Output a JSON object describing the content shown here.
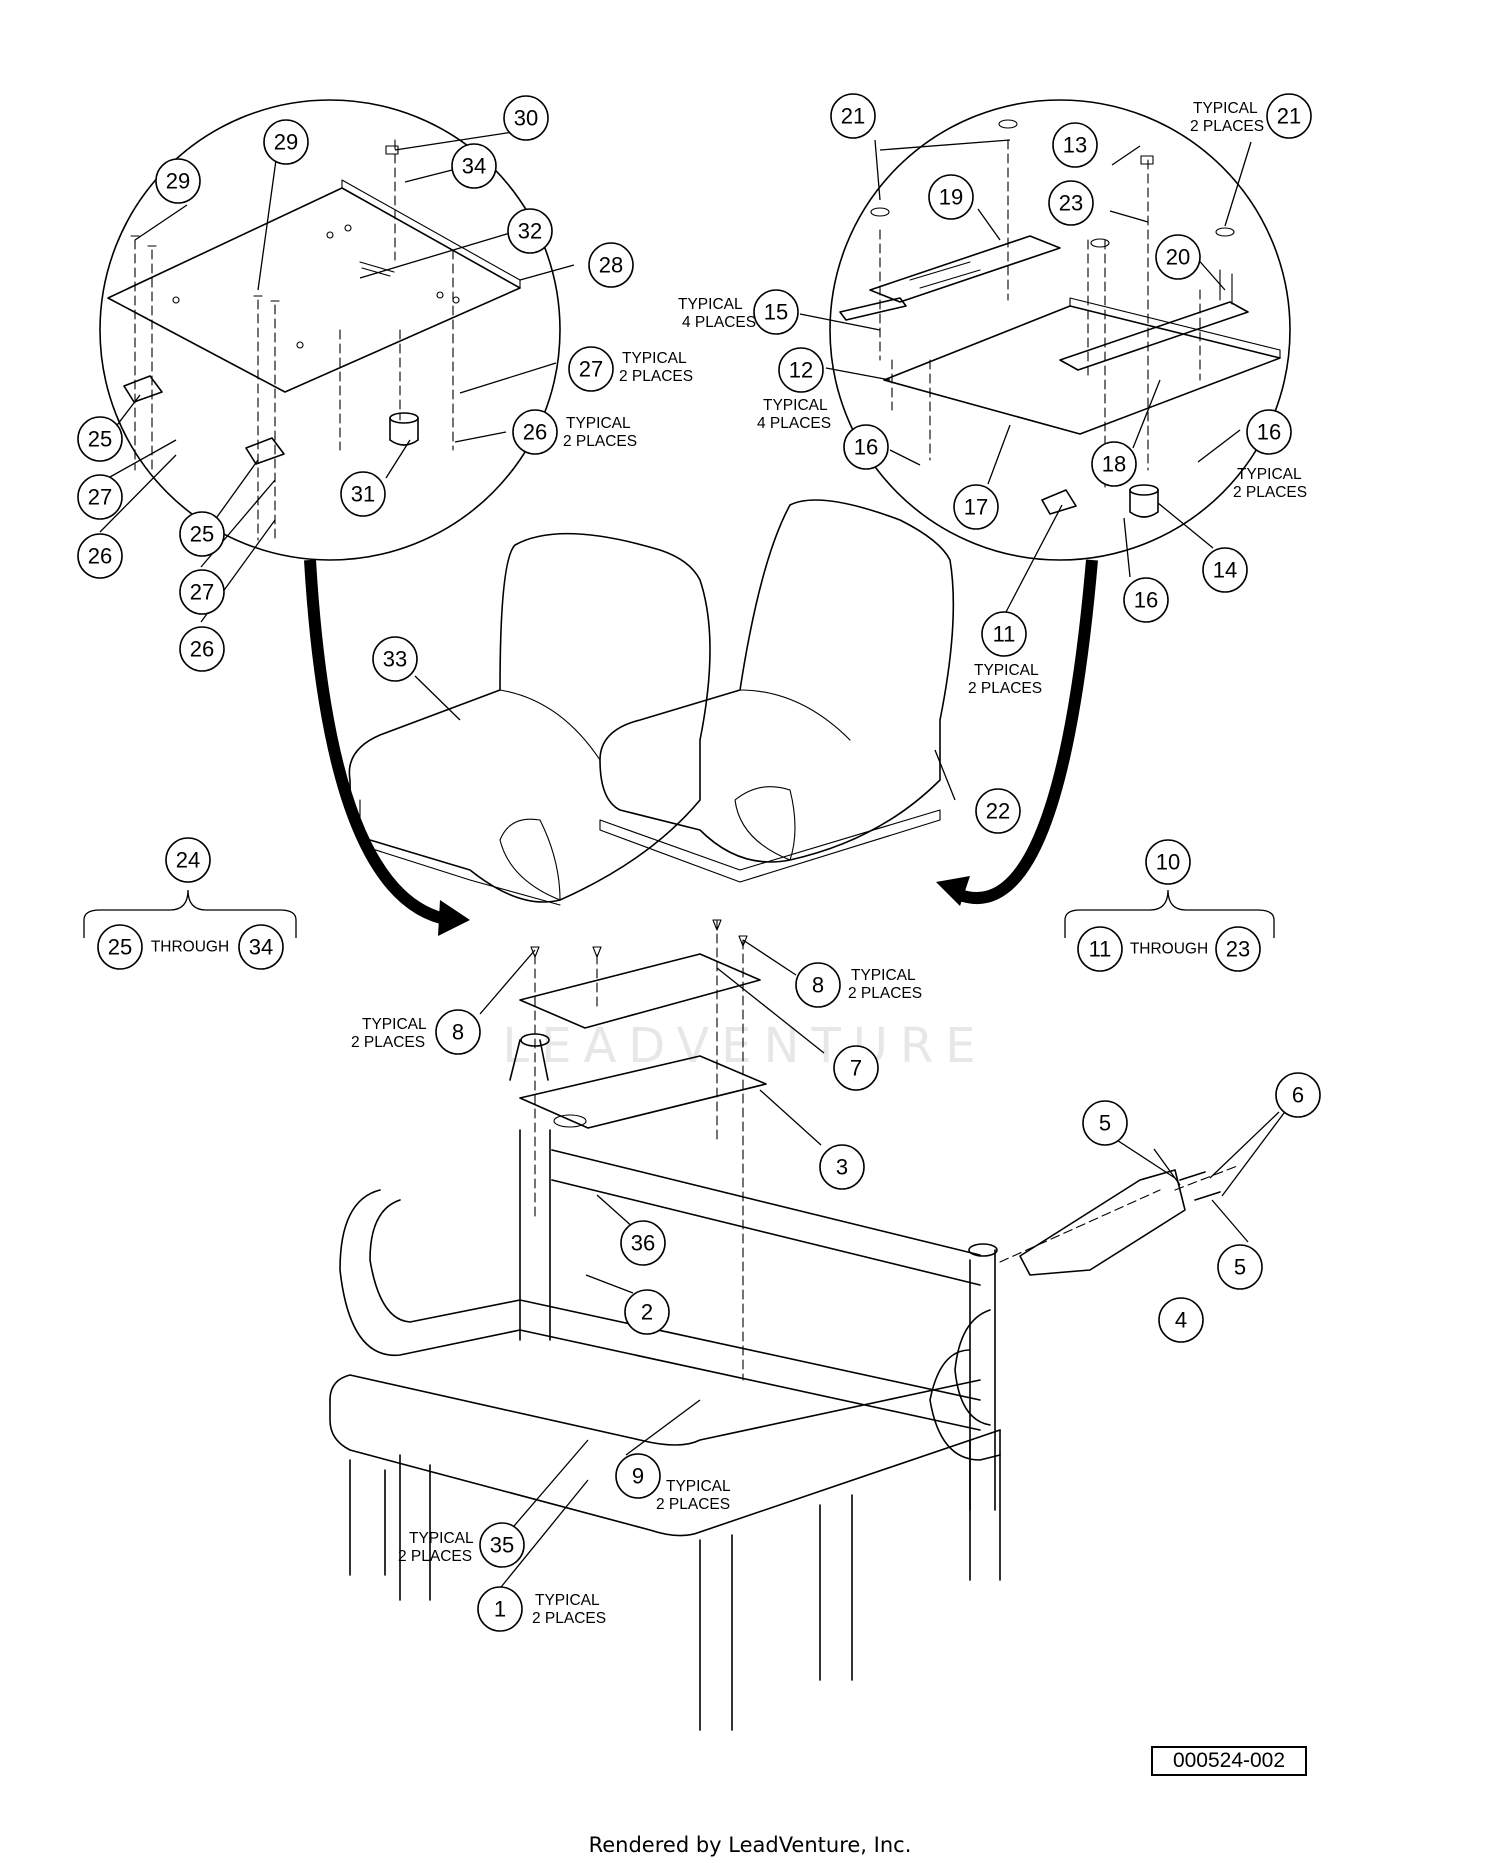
{
  "drawing_number": "000524-002",
  "watermark": "LEADVENTURE",
  "render_credit": "Rendered by LeadVenture, Inc.",
  "callouts": {
    "c1": "1",
    "c2": "2",
    "c3": "3",
    "c4": "4",
    "c5": "5",
    "c6": "6",
    "c7": "7",
    "c8": "8",
    "c9": "9",
    "c10": "10",
    "c11": "11",
    "c12": "12",
    "c13": "13",
    "c14": "14",
    "c15": "15",
    "c16": "16",
    "c17": "17",
    "c18": "18",
    "c19": "19",
    "c20": "20",
    "c21": "21",
    "c22": "22",
    "c23": "23",
    "c24": "24",
    "c25": "25",
    "c26": "26",
    "c27": "27",
    "c28": "28",
    "c29": "29",
    "c30": "30",
    "c31": "31",
    "c32": "32",
    "c33": "33",
    "c34": "34",
    "c35": "35",
    "c36": "36"
  },
  "ranges": {
    "through": "THROUGH"
  },
  "notes": {
    "typical": "TYPICAL",
    "two_places": "2 PLACES",
    "four_places": "4 PLACES"
  }
}
